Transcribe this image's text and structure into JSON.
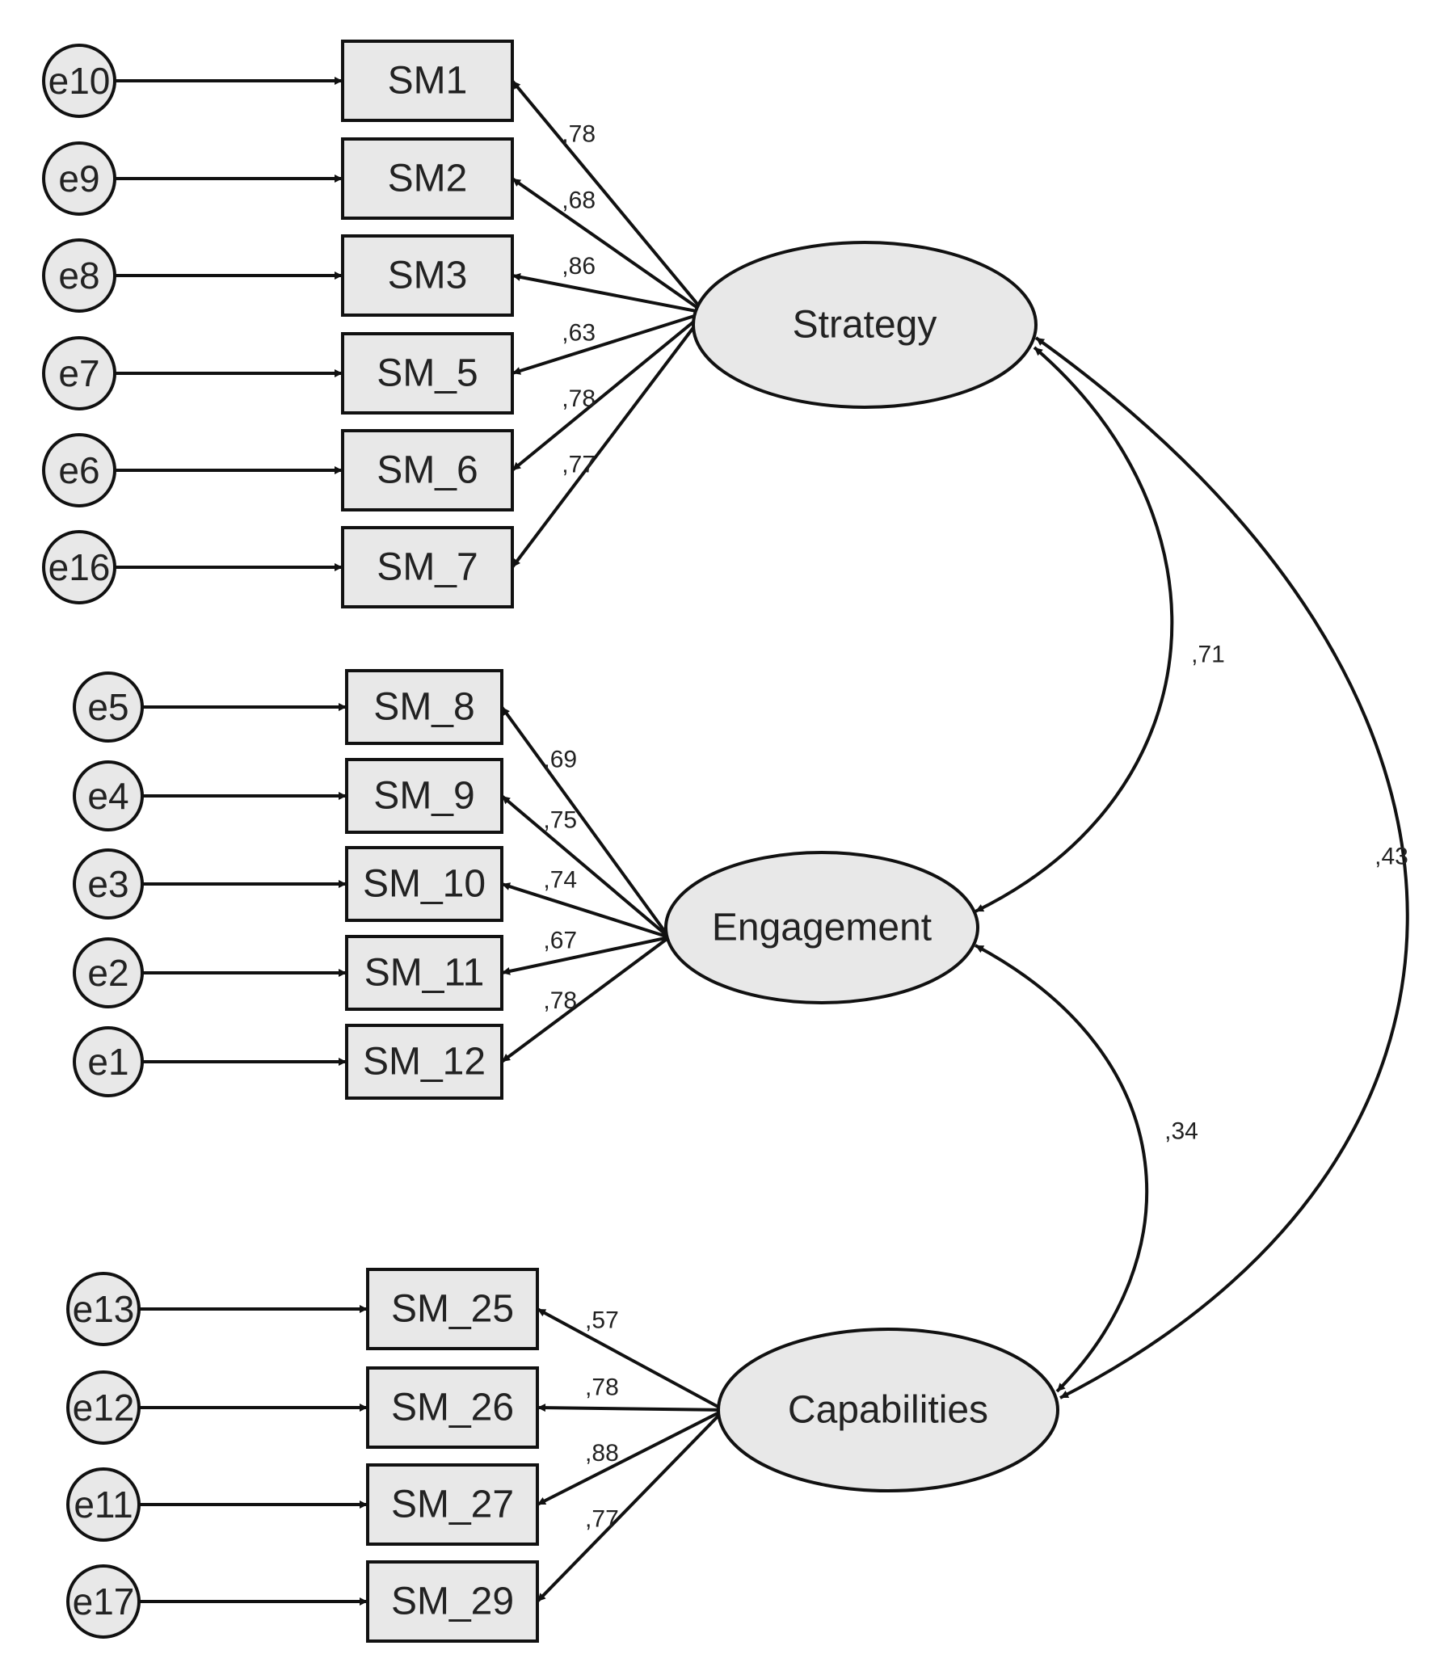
{
  "diagram": {
    "type": "structural-equation-model",
    "colors": {
      "node_fill": "#e8e8e8",
      "stroke": "#111111",
      "text": "#222222",
      "background": "#ffffff"
    },
    "factors": [
      {
        "id": "strategy",
        "label": "Strategy",
        "indicators": [
          {
            "label": "SM1",
            "error": "e10",
            "loading": ",78"
          },
          {
            "label": "SM2",
            "error": "e9",
            "loading": ",68"
          },
          {
            "label": "SM3",
            "error": "e8",
            "loading": ",86"
          },
          {
            "label": "SM_5",
            "error": "e7",
            "loading": ",63"
          },
          {
            "label": "SM_6",
            "error": "e6",
            "loading": ",78"
          },
          {
            "label": "SM_7",
            "error": "e16",
            "loading": ",77"
          }
        ]
      },
      {
        "id": "engagement",
        "label": "Engagement",
        "indicators": [
          {
            "label": "SM_8",
            "error": "e5",
            "loading": ",69"
          },
          {
            "label": "SM_9",
            "error": "e4",
            "loading": ",75"
          },
          {
            "label": "SM_10",
            "error": "e3",
            "loading": ",74"
          },
          {
            "label": "SM_11",
            "error": "e2",
            "loading": ",67"
          },
          {
            "label": "SM_12",
            "error": "e1",
            "loading": ",78"
          }
        ]
      },
      {
        "id": "capabilities",
        "label": "Capabilities",
        "indicators": [
          {
            "label": "SM_25",
            "error": "e13",
            "loading": ",57"
          },
          {
            "label": "SM_26",
            "error": "e12",
            "loading": ",78"
          },
          {
            "label": "SM_27",
            "error": "e11",
            "loading": ",88"
          },
          {
            "label": "SM_29",
            "error": "e17",
            "loading": ",77"
          }
        ]
      }
    ],
    "correlations": [
      {
        "from": "strategy",
        "to": "engagement",
        "value": ",71"
      },
      {
        "from": "engagement",
        "to": "capabilities",
        "value": ",34"
      },
      {
        "from": "strategy",
        "to": "capabilities",
        "value": ",43"
      }
    ]
  }
}
